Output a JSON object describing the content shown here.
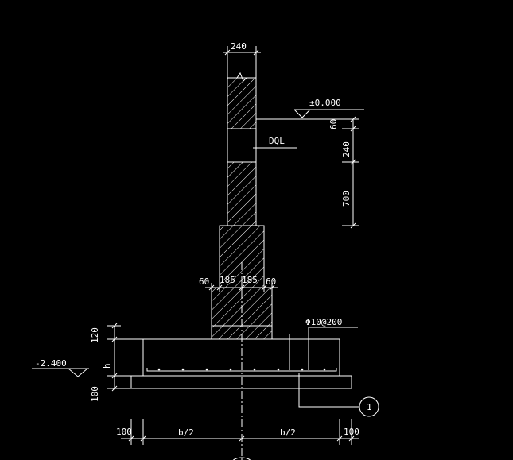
{
  "drawing": {
    "background": "#000000",
    "line_color": "#ffffff",
    "hatch_color": "#ffffff",
    "axis_color": "#ffffff",
    "labels": {
      "top_width": "240",
      "ground_level": "±0.000",
      "ring_beam": "DQL",
      "dim_60": "60",
      "dim_240": "240",
      "dim_700": "700",
      "step_left": "60",
      "step_185_left": "185",
      "step_185_right": "185",
      "step_right": "60",
      "rebar": "Φ10@200",
      "dim_120": "120",
      "dim_h": "h",
      "dim_100_vertical": "100",
      "bottom_level": "-2.400",
      "dim_100_left": "100",
      "half_left": "b/2",
      "half_right": "b/2",
      "dim_100_right": "100",
      "detail_callout": "1"
    }
  }
}
